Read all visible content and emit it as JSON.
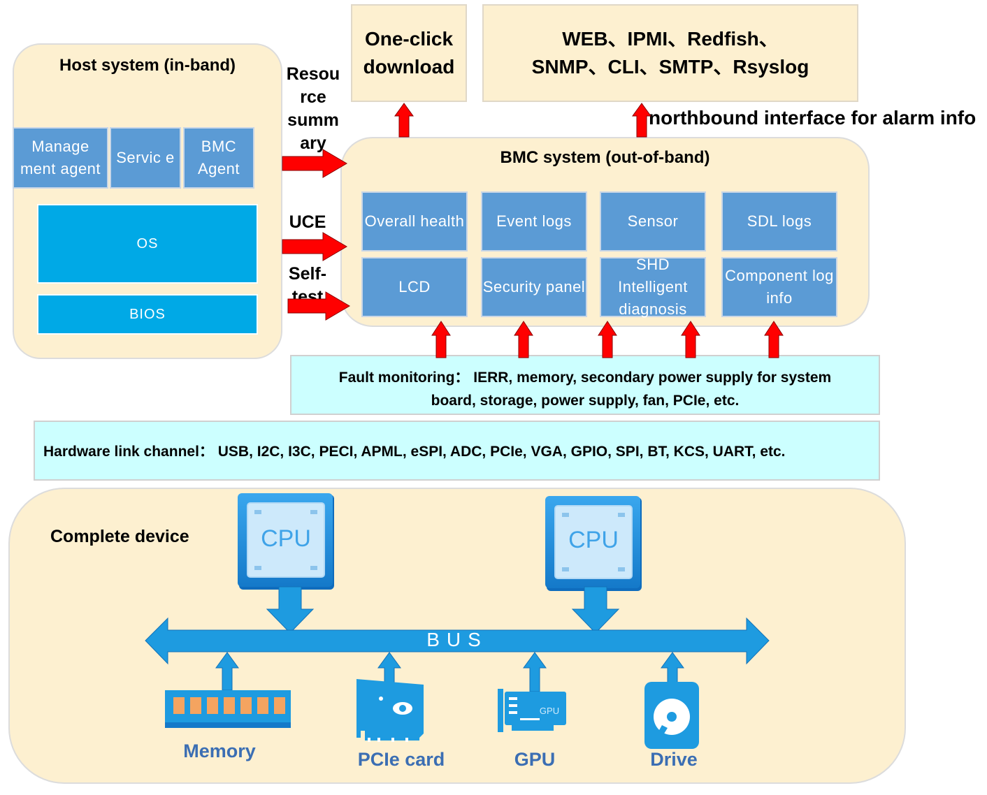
{
  "host": {
    "title": "Host system (in-band)",
    "tiles": [
      "Manage ment agent",
      "Servic e",
      "BMC Agent"
    ],
    "os": "OS",
    "bios": "BIOS"
  },
  "side_labels": {
    "resource": "Resou rce summ ary",
    "uce": "UCE",
    "selftest": "Self- test"
  },
  "top": {
    "download": "One-click download",
    "protocols_line1": "WEB、IPMI、Redfish、",
    "protocols_line2": "SNMP、CLI、SMTP、Rsyslog",
    "northbound": "northbound interface for alarm info"
  },
  "bmc": {
    "title": "BMC system (out-of-band)",
    "tiles": [
      "Overall health",
      "Event logs",
      "Sensor",
      "SDL logs",
      "LCD",
      "Security panel",
      "SHD Intelligent diagnosis",
      "Component log info"
    ]
  },
  "fault": {
    "line1": "Fault monitoring： IERR, memory, secondary power supply for system",
    "line2": "board, storage, power supply, fan, PCIe, etc."
  },
  "hardware": {
    "text": "Hardware link channel： USB, I2C, I3C, PECI, APML, eSPI, ADC, PCIe, VGA, GPIO, SPI, BT, KCS, UART, etc."
  },
  "device": {
    "title": "Complete device",
    "cpu_labels": [
      "CPU",
      "CPU"
    ],
    "bus": "BUS",
    "gpu_chip": "GPU",
    "components": [
      "Memory",
      "PCIe card",
      "GPU",
      "Drive"
    ]
  },
  "colors": {
    "panel": "#fdf0d0",
    "tile_blue": "#5b9bd5",
    "tile_cyan": "#00a9e6",
    "band": "#ccffff",
    "arrow_red": "#ff0000",
    "bus_blue": "#1e9be0",
    "label_blue": "#3b6eb3"
  },
  "icons": [
    "cpu-icon",
    "memory-icon",
    "pcie-card-icon",
    "gpu-icon",
    "drive-icon",
    "red-arrow-icon",
    "bus-arrow-icon"
  ]
}
